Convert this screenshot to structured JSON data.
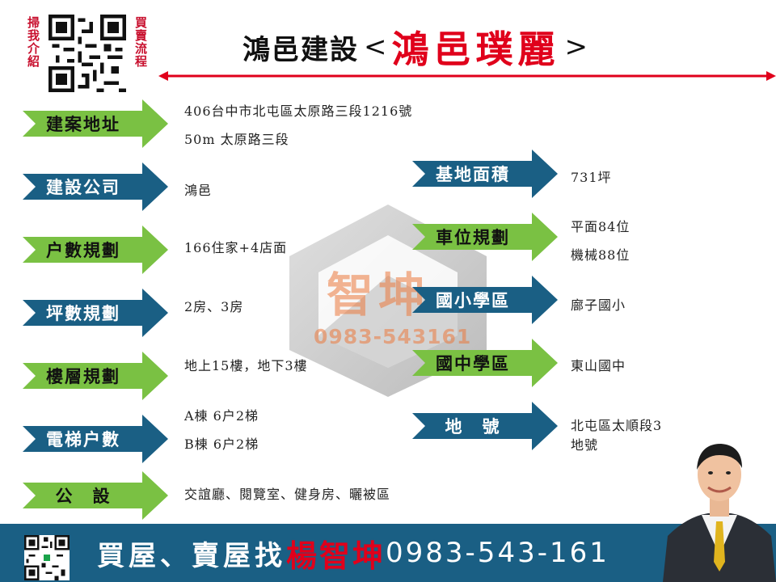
{
  "header": {
    "left_vertical": "掃我介紹",
    "right_vertical": "買賣流程",
    "title_company": "鴻邑建設",
    "title_open": "<",
    "title_project": "鴻邑璞麗",
    "title_close": ">"
  },
  "left_items": [
    {
      "label": "建案地址",
      "style": "green",
      "values": [
        "406台中市北屯區太原路三段1216號",
        "50m  太原路三段"
      ]
    },
    {
      "label": "建設公司",
      "style": "blue",
      "values": [
        "鴻邑"
      ]
    },
    {
      "label": "户數規劃",
      "style": "green",
      "values": [
        "166住家+4店面"
      ]
    },
    {
      "label": "坪數規劃",
      "style": "blue",
      "values": [
        "2房、3房"
      ]
    },
    {
      "label": "樓層規劃",
      "style": "green",
      "values": [
        "地上15樓，地下3樓"
      ]
    },
    {
      "label": "電梯户數",
      "style": "blue",
      "values": [
        "A棟  6户2梯",
        "B棟  6户2梯"
      ]
    },
    {
      "label": "公　設",
      "style": "green",
      "values": [
        "交誼廳、閱覽室、健身房、曬被區"
      ]
    }
  ],
  "right_items": [
    {
      "label": "基地面積",
      "style": "blue",
      "values": [
        "731坪"
      ]
    },
    {
      "label": "車位規劃",
      "style": "green",
      "values": [
        "平面84位",
        "機械88位"
      ]
    },
    {
      "label": "國小學區",
      "style": "blue",
      "values": [
        "廍子國小"
      ]
    },
    {
      "label": "國中學區",
      "style": "green",
      "values": [
        "東山國中"
      ]
    },
    {
      "label": "地　號",
      "style": "blue",
      "values": [
        "北屯區太順段3",
        "地號"
      ]
    }
  ],
  "watermark": {
    "name": "智坤",
    "phone": "0983-543161"
  },
  "footer": {
    "slogan": "買屋、賣屋找",
    "agent_name": "楊智坤",
    "phone": "0983-543-161"
  },
  "colors": {
    "green_arrow": "#7ac143",
    "blue_arrow": "#1a5f84",
    "accent_red": "#e0001b",
    "footer_bg": "#1a5f84"
  }
}
